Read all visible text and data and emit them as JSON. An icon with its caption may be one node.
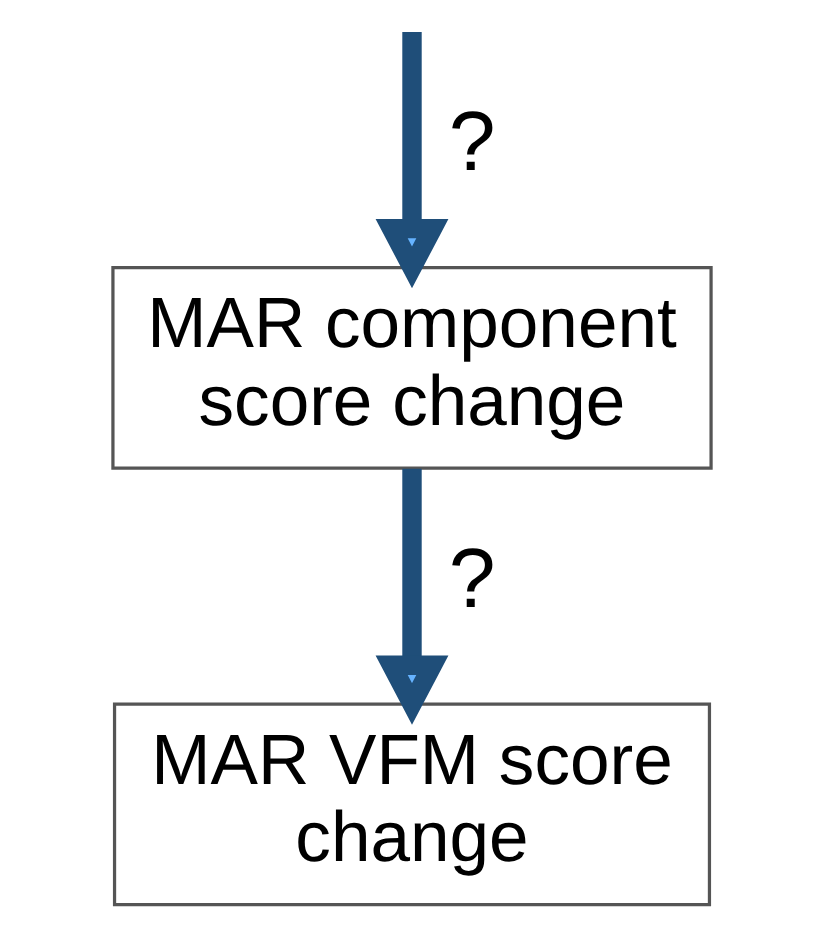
{
  "diagram": {
    "nodes": [
      {
        "text": [
          "MAR component score change"
        ]
      },
      {
        "text": [
          "MAR VFM score change"
        ]
      }
    ],
    "edges": [
      {
        "from": null,
        "to": 0,
        "arrow": "to",
        "label": "?"
      },
      {
        "from": 0,
        "to": 1,
        "arrow": "to",
        "label": "?"
      }
    ]
  }
}
